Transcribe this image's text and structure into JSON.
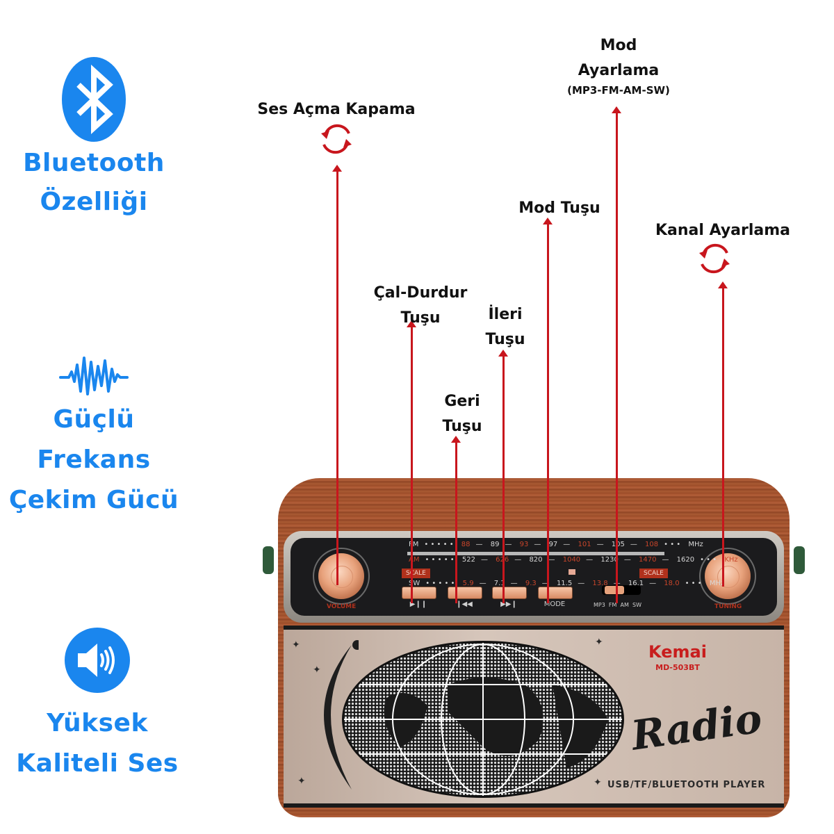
{
  "features": [
    {
      "icon": "bluetooth-icon",
      "lines": [
        "Bluetooth",
        "Özelliği"
      ]
    },
    {
      "icon": "sound-wave-icon",
      "lines": [
        "Güçlü",
        "Frekans",
        "Çekim Gücü"
      ]
    },
    {
      "icon": "speaker-volume-icon",
      "lines": [
        "Yüksek",
        "Kaliteli Ses"
      ]
    }
  ],
  "callouts": {
    "volume": {
      "label": "Ses Açma Kapama",
      "icon": "rotate-icon"
    },
    "play_pause": {
      "lines": [
        "Çal-Durdur",
        "Tuşu"
      ]
    },
    "back": {
      "lines": [
        "Geri",
        "Tuşu"
      ]
    },
    "forward": {
      "lines": [
        "İleri",
        "Tuşu"
      ]
    },
    "mode_button": {
      "label": "Mod Tuşu"
    },
    "mode_adjust": {
      "lines": [
        "Mod",
        "Ayarlama"
      ],
      "sub": "(MP3-FM-AM-SW)"
    },
    "tuning": {
      "label": "Kanal Ayarlama",
      "icon": "rotate-icon"
    }
  },
  "radio": {
    "dial": {
      "fm": {
        "band": "FM",
        "values": [
          "88",
          "89",
          "93",
          "97",
          "101",
          "105",
          "108"
        ],
        "unit": "MHz"
      },
      "am": {
        "band": "AM",
        "values": [
          "522",
          "626",
          "820",
          "1040",
          "1230",
          "1470",
          "1620"
        ],
        "unit": "KHz"
      },
      "sw": {
        "band": "SW",
        "values": [
          "5.9",
          "7.1",
          "9.3",
          "11.5",
          "13.8",
          "16.1",
          "18.0"
        ],
        "unit": "MHz"
      },
      "scale_label": "SCALE"
    },
    "knobs": {
      "left": "VOLUME",
      "right": "TUNING"
    },
    "buttons": [
      {
        "symbol": "▶❙❙",
        "name": "play-pause"
      },
      {
        "symbol": "❙◀◀",
        "name": "previous"
      },
      {
        "symbol": "▶▶❙",
        "name": "next"
      },
      {
        "symbol": "MODE",
        "name": "mode"
      }
    ],
    "mode_switch": [
      "MP3",
      "FM",
      "AM",
      "SW"
    ],
    "brand": "Kemai",
    "model": "MD-503BT",
    "title": "Radio",
    "player_text": "USB/TF/BLUETOOTH PLAYER"
  },
  "colors": {
    "feature_blue": "#1a86ee",
    "arrow_red": "#c8161d",
    "brand_red": "#c81d1d"
  }
}
